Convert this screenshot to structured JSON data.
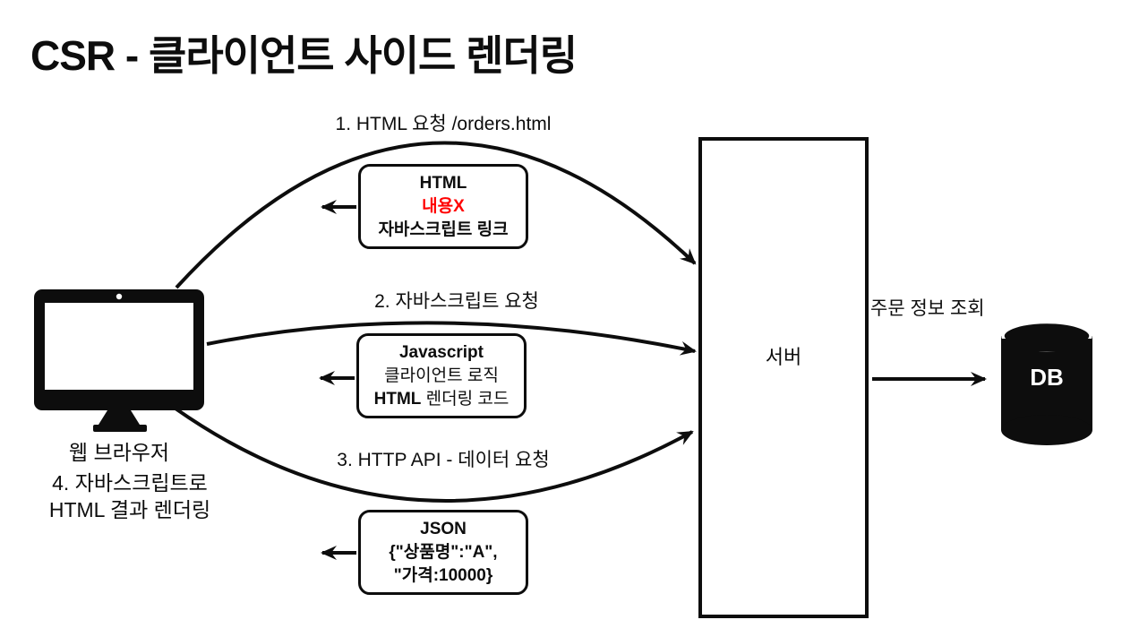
{
  "title": "CSR - 클라이언트 사이드 렌더링",
  "colors": {
    "ink": "#0d0d0d",
    "red": "#ff0000",
    "background": "#ffffff"
  },
  "browser": {
    "label": "웹 브라우저",
    "step4_line1": "4. 자바스크립트로",
    "step4_line2": "HTML 결과 렌더링"
  },
  "server": {
    "label": "서버"
  },
  "db": {
    "label": "DB",
    "query_label": "주문 정보 조회"
  },
  "requests": {
    "r1": "1. HTML 요청 /orders.html",
    "r2": "2. 자바스크립트 요청",
    "r3": "3. HTTP API -  데이터 요청"
  },
  "responses": {
    "box1": {
      "line1": "HTML",
      "line2": "내용X",
      "line3": "자바스크립트 링크"
    },
    "box2": {
      "line1": "Javascript",
      "line2": "클라이언트 로직",
      "line3_bold": "HTML",
      "line3_rest": " 렌더링 코드"
    },
    "box3": {
      "line1": "JSON",
      "line2": "{\"상품명\":\"A\",",
      "line3": "\"가격:10000}"
    }
  }
}
